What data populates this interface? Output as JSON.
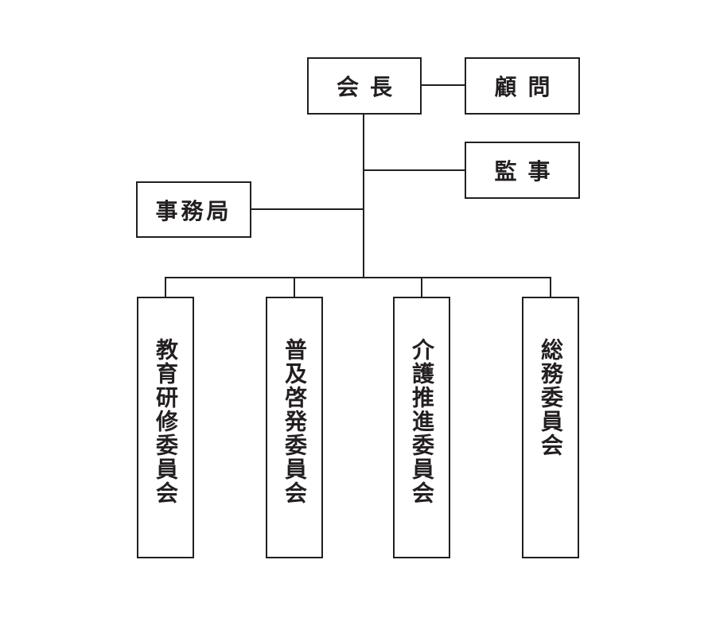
{
  "chart": {
    "chairman": "会長",
    "advisor": "顧問",
    "auditor": "監事",
    "secretariat": "事務局",
    "committees": [
      "教育研修委員会",
      "普及啓発委員会",
      "介護推進委員会",
      "総務委員会"
    ]
  },
  "colors": {
    "line": "#231f20",
    "background": "#ffffff"
  }
}
